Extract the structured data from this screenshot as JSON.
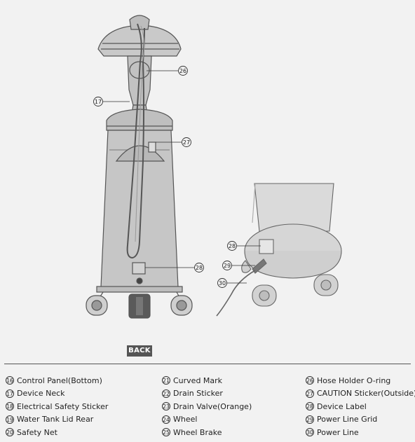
{
  "back_button": "BACK",
  "callouts": {
    "c26": "26",
    "c17": "17",
    "c27": "27",
    "c28a": "28",
    "c28b": "28",
    "c29": "29",
    "c30": "30"
  },
  "legend": {
    "col1": [
      {
        "num": "16",
        "label": "Control Panel(Bottom)"
      },
      {
        "num": "17",
        "label": "Device Neck"
      },
      {
        "num": "18",
        "label": "Electrical Safety Sticker"
      },
      {
        "num": "19",
        "label": "Water Tank Lid Rear"
      },
      {
        "num": "20",
        "label": "Safety Net"
      }
    ],
    "col2": [
      {
        "num": "21",
        "label": "Curved Mark"
      },
      {
        "num": "22",
        "label": "Drain Sticker"
      },
      {
        "num": "23",
        "label": "Drain Valve(Orange)"
      },
      {
        "num": "24",
        "label": "Wheel"
      },
      {
        "num": "25",
        "label": "Wheel Brake"
      }
    ],
    "col3": [
      {
        "num": "26",
        "label": "Hose Holder O-ring"
      },
      {
        "num": "27",
        "label": "CAUTION Sticker(Outside)"
      },
      {
        "num": "28",
        "label": "Device Label"
      },
      {
        "num": "29",
        "label": "Power Line Grid"
      },
      {
        "num": "30",
        "label": "Power Line"
      }
    ]
  }
}
